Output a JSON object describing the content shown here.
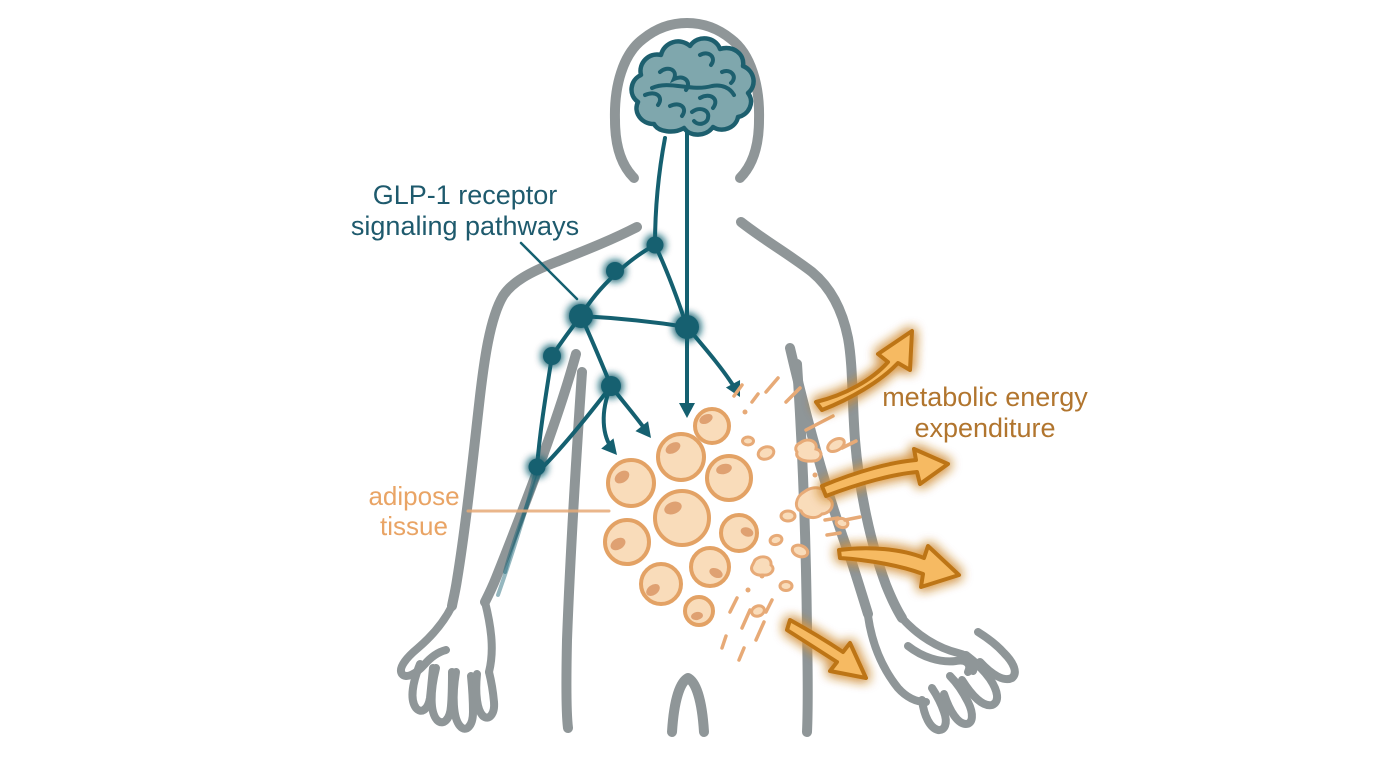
{
  "figure": {
    "pathway_label": {
      "line1": "GLP-1 receptor",
      "line2": "signaling pathways"
    },
    "adipose_label": {
      "line1": "adipose",
      "line2": "tissue"
    },
    "energy_label": {
      "line1": "metabolic energy",
      "line2": "expenditure"
    }
  },
  "colors": {
    "background": "#ffffff",
    "body_outline": "#8f9698",
    "pathway_teal": "#156070",
    "pathway_label_text": "#1e5a6d",
    "brain_fill": "#7fa7ad",
    "brain_outline": "#1d5f6e",
    "adipose_cell_fill": "#f9dcba",
    "adipose_cell_outline": "#e3a265",
    "adipose_nucleus": "#dfa172",
    "adipose_label_text": "#e9a465",
    "fragment_orange": "#e7aa77",
    "arrow_fill": "#f6ba62",
    "arrow_outline": "#bd7414",
    "energy_label_text": "#b1752e"
  },
  "icons": {
    "brain": "brain-icon",
    "pathway_node": "pathway-node-icon",
    "pathway_arrowhead": "arrowhead-icon",
    "energy_arrow": "energy-arrow-icon"
  }
}
